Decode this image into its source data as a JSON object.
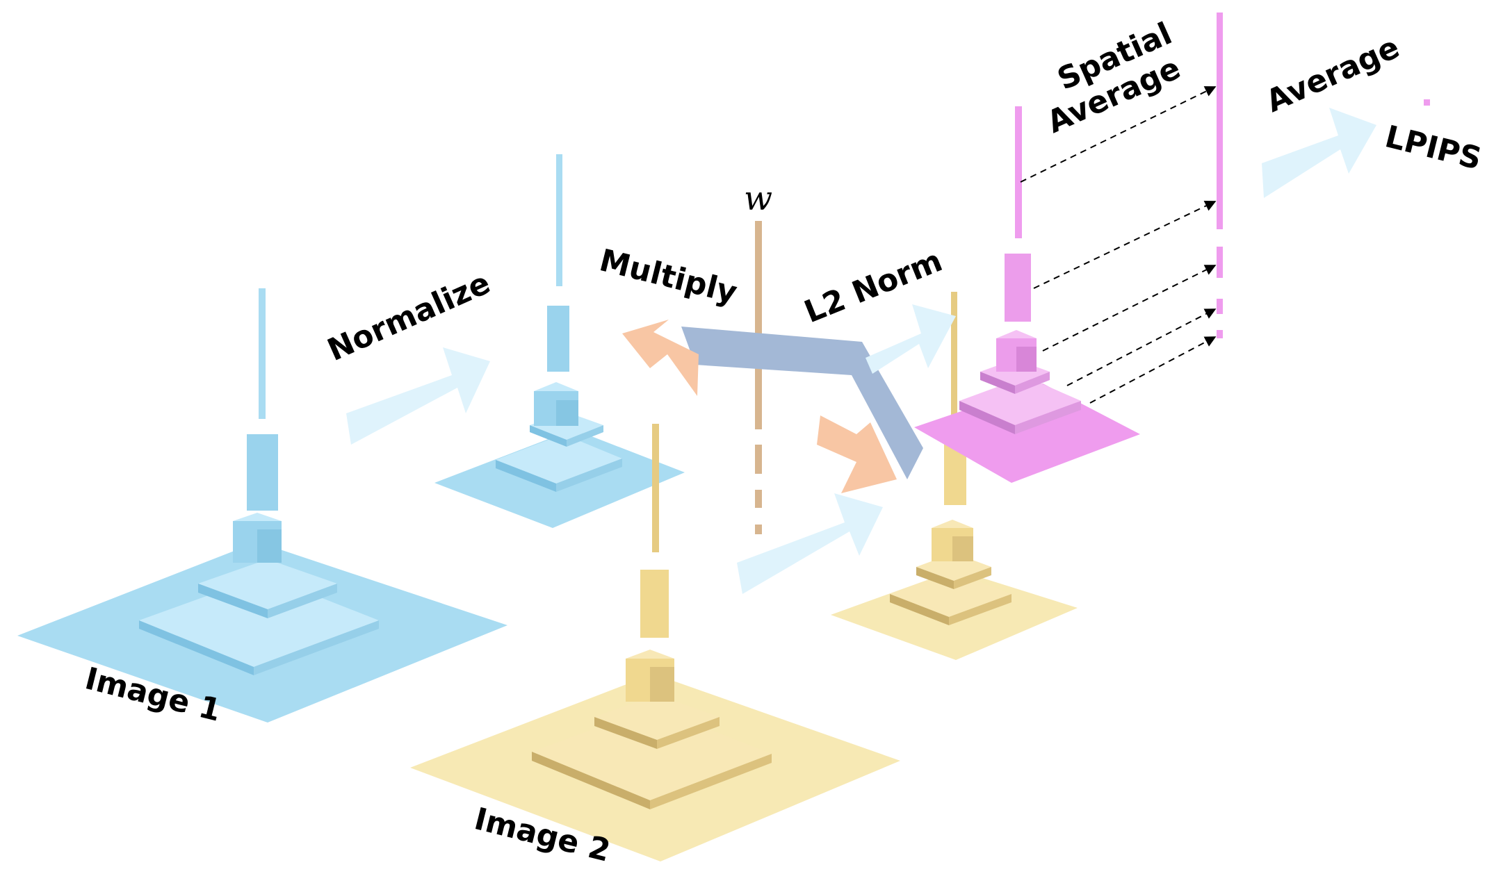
{
  "labels": {
    "image1": "Image 1",
    "image2": "Image 2",
    "normalize": "Normalize",
    "multiply": "Multiply",
    "weight": "w",
    "l2_norm": "L2 Norm",
    "spatial_average_line1": "Spatial",
    "spatial_average_line2": "Average",
    "average": "Average",
    "lpips": "LPIPS"
  },
  "colors": {
    "image1_features": "#a9dcf2",
    "image2_features": "#f3dc95",
    "distance_features": "#ef9cee",
    "weight_column": "#d7b58f",
    "arrow_light_blue": "#dff3fc",
    "arrow_orange": "#f8c6a4",
    "connector_gray_blue": "#a3b8d6"
  }
}
